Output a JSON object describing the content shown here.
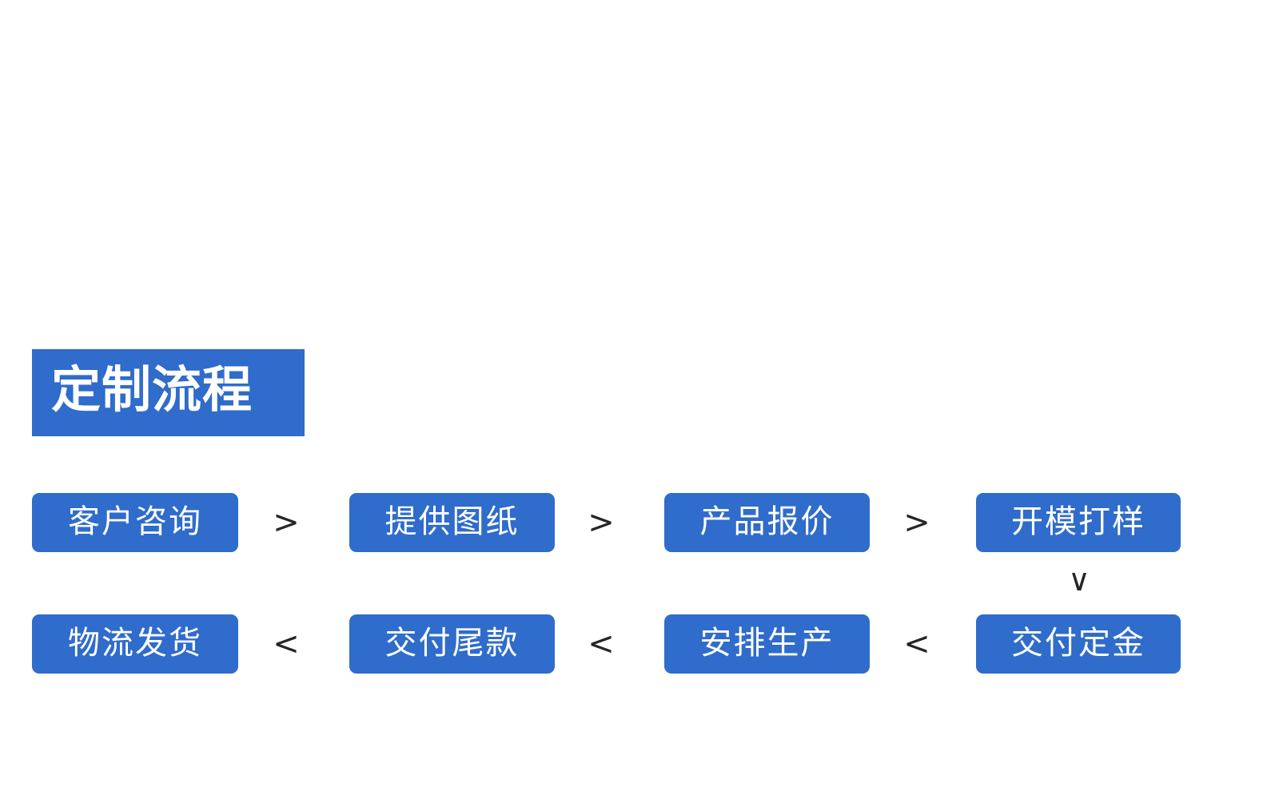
{
  "page": {
    "background_color": "#ffffff",
    "accent_color": "#2f6ccb",
    "text_on_accent_color": "#ffffff",
    "connector_color": "#262626"
  },
  "heading": {
    "title": "定制流程"
  },
  "flow": {
    "forward_row": {
      "steps": [
        {
          "label": "客户咨询"
        },
        {
          "label": "提供图纸"
        },
        {
          "label": "产品报价"
        },
        {
          "label": "开模打样"
        }
      ],
      "connectors": [
        {
          "glyph": ">"
        },
        {
          "glyph": ">"
        },
        {
          "glyph": ">"
        }
      ]
    },
    "turn_connector": {
      "glyph": "∨"
    },
    "backward_row": {
      "steps": [
        {
          "label": "物流发货"
        },
        {
          "label": "交付尾款"
        },
        {
          "label": "安排生产"
        },
        {
          "label": "交付定金"
        }
      ],
      "connectors": [
        {
          "glyph": "<"
        },
        {
          "glyph": "<"
        },
        {
          "glyph": "<"
        }
      ]
    }
  }
}
